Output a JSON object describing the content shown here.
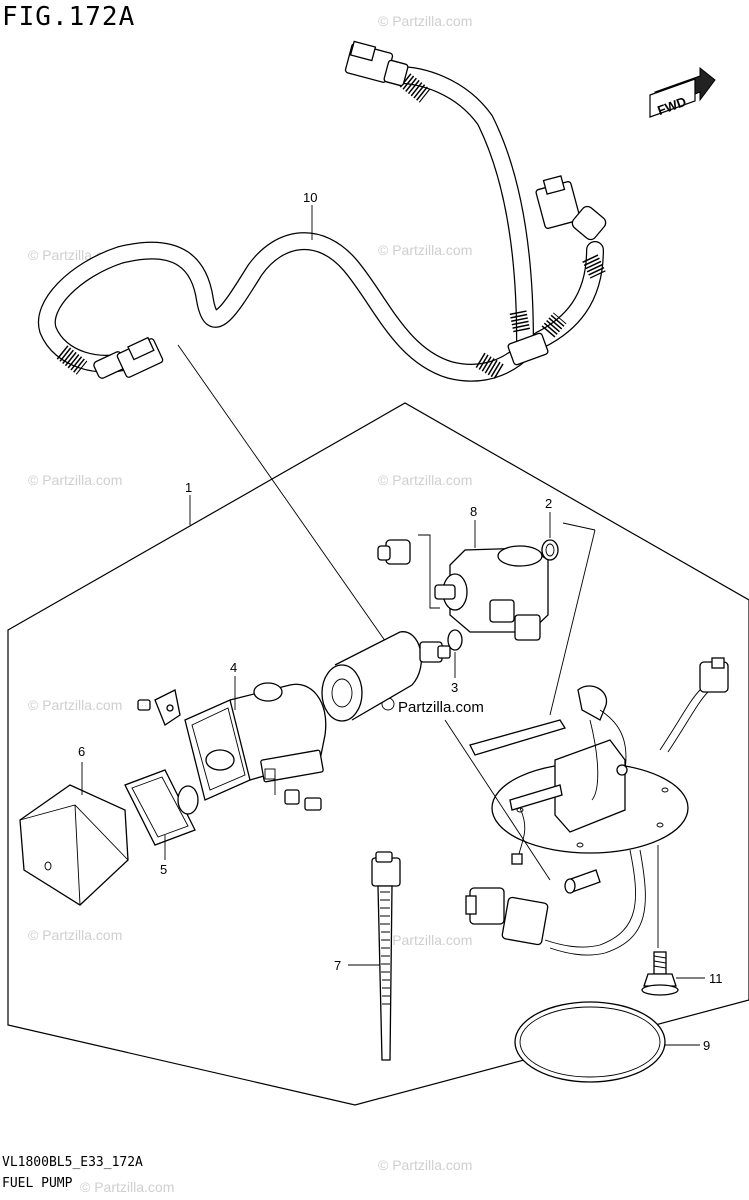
{
  "figure_title": "FIG.172A",
  "fwd_label": "FWD",
  "diagram_code": "VL1800BL5_E33_172A",
  "diagram_name": "FUEL PUMP",
  "watermark_site": "Partzilla.com",
  "watermark_symbol": "©",
  "callouts": {
    "c1": "1",
    "c2": "2",
    "c3": "3",
    "c4": "4",
    "c5": "5",
    "c6": "6",
    "c7": "7",
    "c8": "8",
    "c9": "9",
    "c10": "10",
    "c11": "11"
  }
}
